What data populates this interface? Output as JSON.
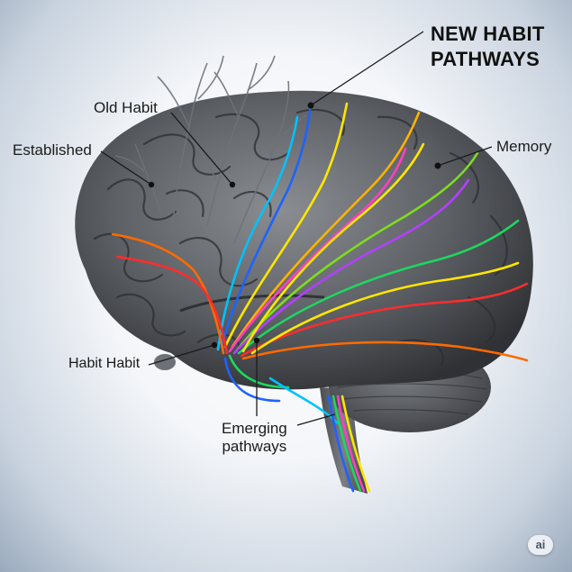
{
  "labels": {
    "title_line1": "NEW HABIT",
    "title_line2": "PATHWAYS",
    "old_habit": "Old Habit",
    "established": "Established",
    "memory": "Memory",
    "habit_habit": "Habit Habit",
    "emerging_line1": "Emerging",
    "emerging_line2": "pathways"
  },
  "badge": "ai",
  "colors": {
    "brain": "#5e6166",
    "brain_dark": "#3a3c40",
    "pathways": [
      "#1e63ff",
      "#00c2ff",
      "#1ed760",
      "#7ddc1f",
      "#ffe600",
      "#ffb300",
      "#ff6a00",
      "#ff2d2d",
      "#b340ff",
      "#ff3fbf"
    ]
  },
  "icons": [
    "ai-badge-icon"
  ]
}
